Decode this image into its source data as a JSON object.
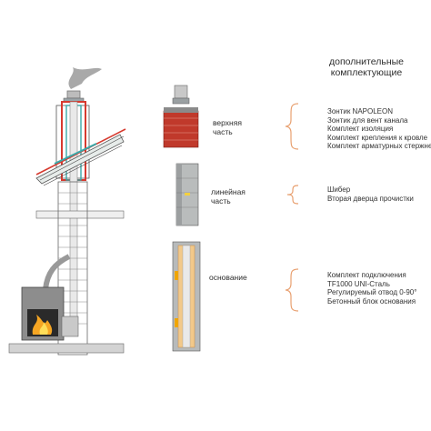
{
  "header": "дополнительные комплектующие",
  "sections": [
    {
      "label_line1": "верхняя",
      "label_line2": "часть",
      "items": [
        "Зонтик NAPOLEON",
        "Зонтик для вент канала",
        "Комплект изоляция",
        "Комплект крепления к кровле",
        "Комплект арматурных стержней"
      ]
    },
    {
      "label_line1": "линейная",
      "label_line2": "часть",
      "items": [
        "Шибер",
        "Вторая дверца прочистки"
      ]
    },
    {
      "label_line1": "основание",
      "label_line2": "",
      "items": [
        "Комплект подключения",
        "TF1000 UNI-Сталь",
        "Регулируемый отвод 0-90°",
        "Бетонный блок основания"
      ]
    }
  ],
  "colors": {
    "brace": "#e8a070",
    "brick": "#c0392b",
    "block": "#b9bcbc",
    "insulation": "#f2c98a",
    "steel_red": "#d63a2f",
    "teal": "#3aa8a8"
  }
}
